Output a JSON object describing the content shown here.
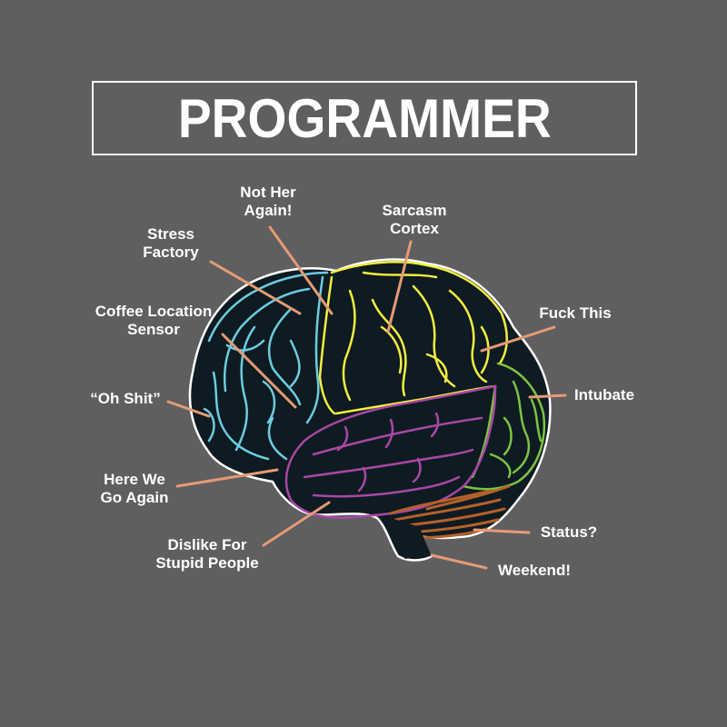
{
  "title": "PROGRAMMER",
  "colors": {
    "background": "#5f5e60",
    "brain_fill": "#0f1b22",
    "outline": "#ffffff",
    "leader_line": "#e59b74",
    "frontal": "#6ccde0",
    "parietal": "#f3ee3f",
    "temporal": "#a947a6",
    "occipital": "#7cc443",
    "cerebellum": "#b5612a"
  },
  "labels": [
    {
      "id": "not-her-again",
      "lines": [
        "Not Her",
        "Again!"
      ]
    },
    {
      "id": "stress-factory",
      "lines": [
        "Stress",
        "Factory"
      ]
    },
    {
      "id": "sarcasm-cortex",
      "lines": [
        "Sarcasm",
        "Cortex"
      ]
    },
    {
      "id": "coffee-location-sensor",
      "lines": [
        "Coffee Location",
        "Sensor"
      ]
    },
    {
      "id": "fuck-this",
      "lines": [
        "Fuck This"
      ]
    },
    {
      "id": "oh-shit",
      "lines": [
        "“Oh Shit”"
      ]
    },
    {
      "id": "intubate",
      "lines": [
        "Intubate"
      ]
    },
    {
      "id": "here-we-go-again",
      "lines": [
        "Here We",
        "Go Again"
      ]
    },
    {
      "id": "status",
      "lines": [
        "Status?"
      ]
    },
    {
      "id": "dislike-for-stupid-people",
      "lines": [
        "Dislike For",
        "Stupid People"
      ]
    },
    {
      "id": "weekend",
      "lines": [
        "Weekend!"
      ]
    }
  ]
}
